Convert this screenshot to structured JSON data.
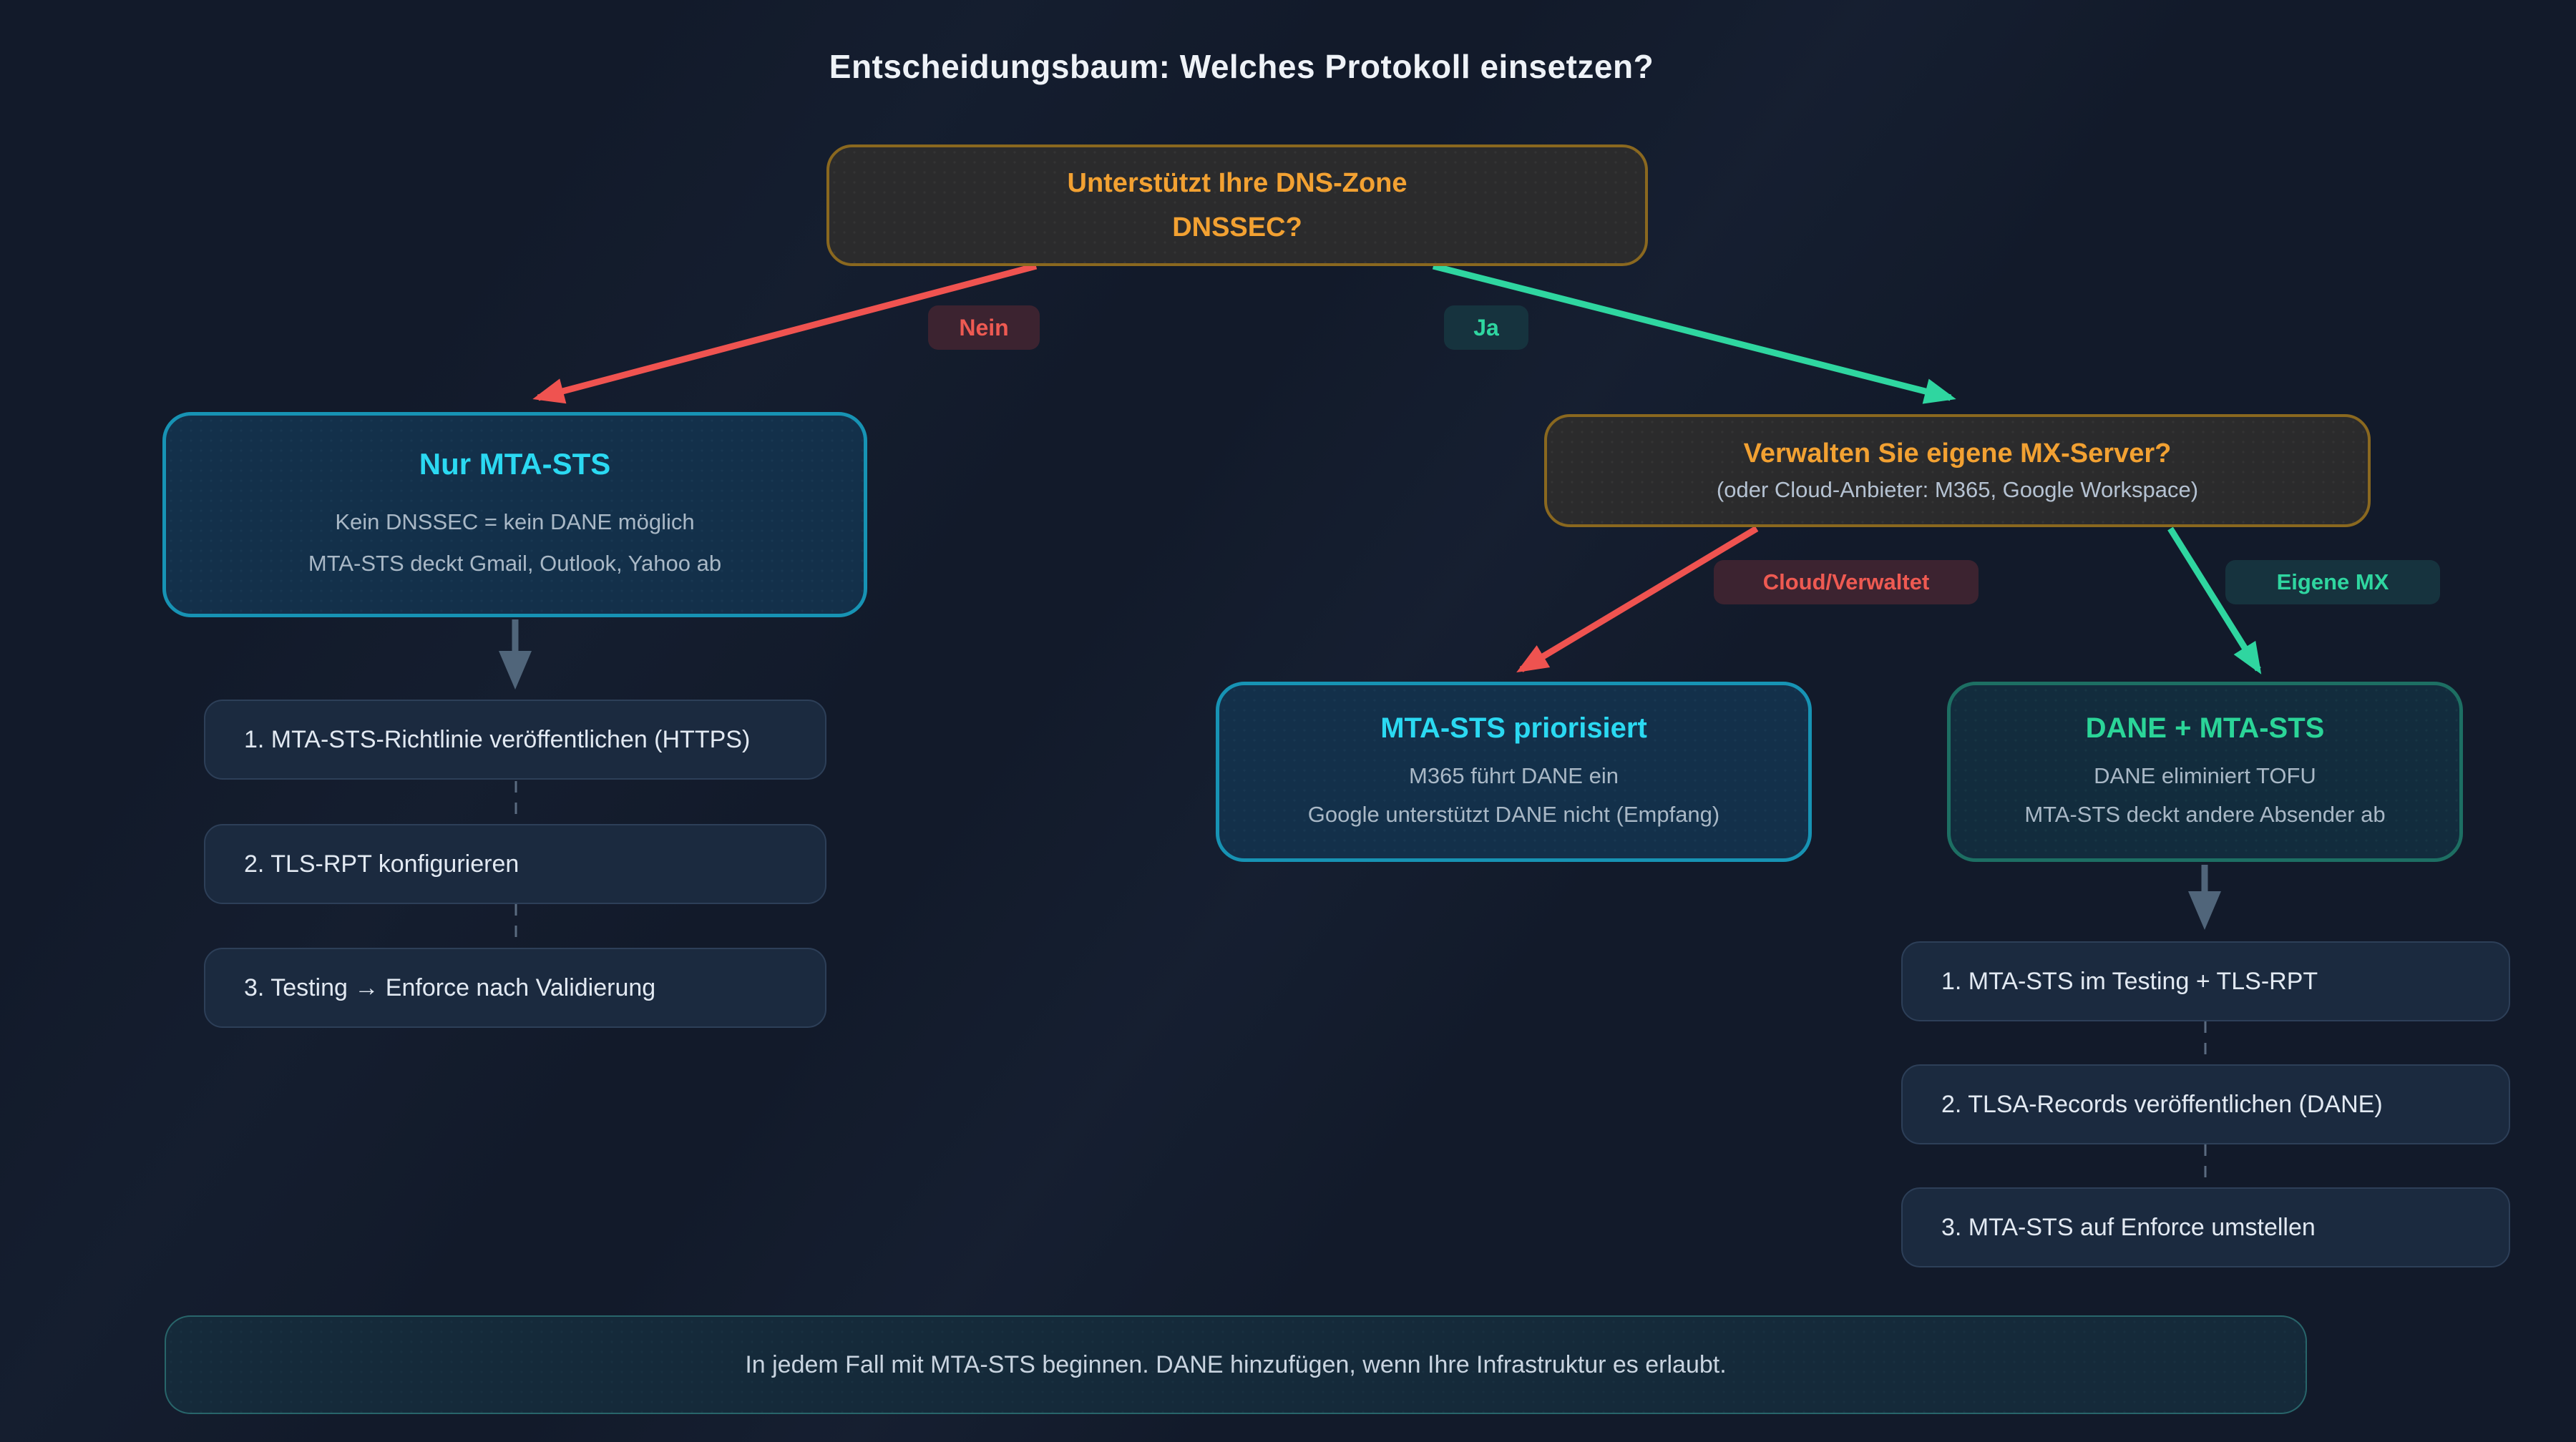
{
  "title": "Entscheidungsbaum: Welches Protokoll einsetzen?",
  "root_node": {
    "question_line1": "Unterstützt Ihre DNS-Zone",
    "question_line2": "DNSSEC?"
  },
  "branch_labels": {
    "no": "Nein",
    "yes": "Ja",
    "cloud": "Cloud/Verwaltet",
    "own_mx": "Eigene MX"
  },
  "mx_node": {
    "question": "Verwalten Sie eigene MX-Server?",
    "subtitle": "(oder Cloud-Anbieter: M365, Google Workspace)"
  },
  "outcome_nodes": {
    "mta_sts_only": {
      "title": "Nur MTA-STS",
      "line1": "Kein DNSSEC = kein DANE möglich",
      "line2": "MTA-STS deckt Gmail, Outlook, Yahoo ab"
    },
    "mta_sts_priority": {
      "title": "MTA-STS priorisiert",
      "line1": "M365 führt DANE ein",
      "line2": "Google unterstützt DANE nicht (Empfang)"
    },
    "dane_mta_sts": {
      "title": "DANE + MTA-STS",
      "line1": "DANE eliminiert TOFU",
      "line2": "MTA-STS deckt andere Absender ab"
    }
  },
  "left_steps": [
    "1. MTA-STS-Richtlinie veröffentlichen (HTTPS)",
    "2. TLS-RPT konfigurieren",
    "3. Testing → Enforce nach Validierung"
  ],
  "right_steps": [
    "1. MTA-STS im Testing + TLS-RPT",
    "2. TLSA-Records veröffentlichen (DANE)",
    "3. MTA-STS auf Enforce umstellen"
  ],
  "footer": "In jedem Fall mit MTA-STS beginnen. DANE hinzufügen, wenn Ihre Infrastruktur es erlaubt.",
  "colors": {
    "background": "#121a2a",
    "question_fill": "#2b2b2c",
    "question_border": "#8a681f",
    "question_text": "#f2a132",
    "cyan_border": "#1793b4",
    "cyan_title": "#2bd9f2",
    "green_border": "#1d6f63",
    "green_title": "#2bd598",
    "node_body_text": "#a9b8c6",
    "step_fill": "#1b2a3f",
    "step_text": "#e2e9f2",
    "badge_red_bg": "#3c2330",
    "badge_red_text": "#ee5a52",
    "badge_green_bg": "#16333e",
    "badge_green_text": "#2fd6a0",
    "arrow_red": "#ef5350",
    "arrow_green": "#2fd6a0",
    "arrow_gray": "#50657a",
    "footer_text": "#c9d4e0",
    "title_text": "#eef2f7"
  }
}
